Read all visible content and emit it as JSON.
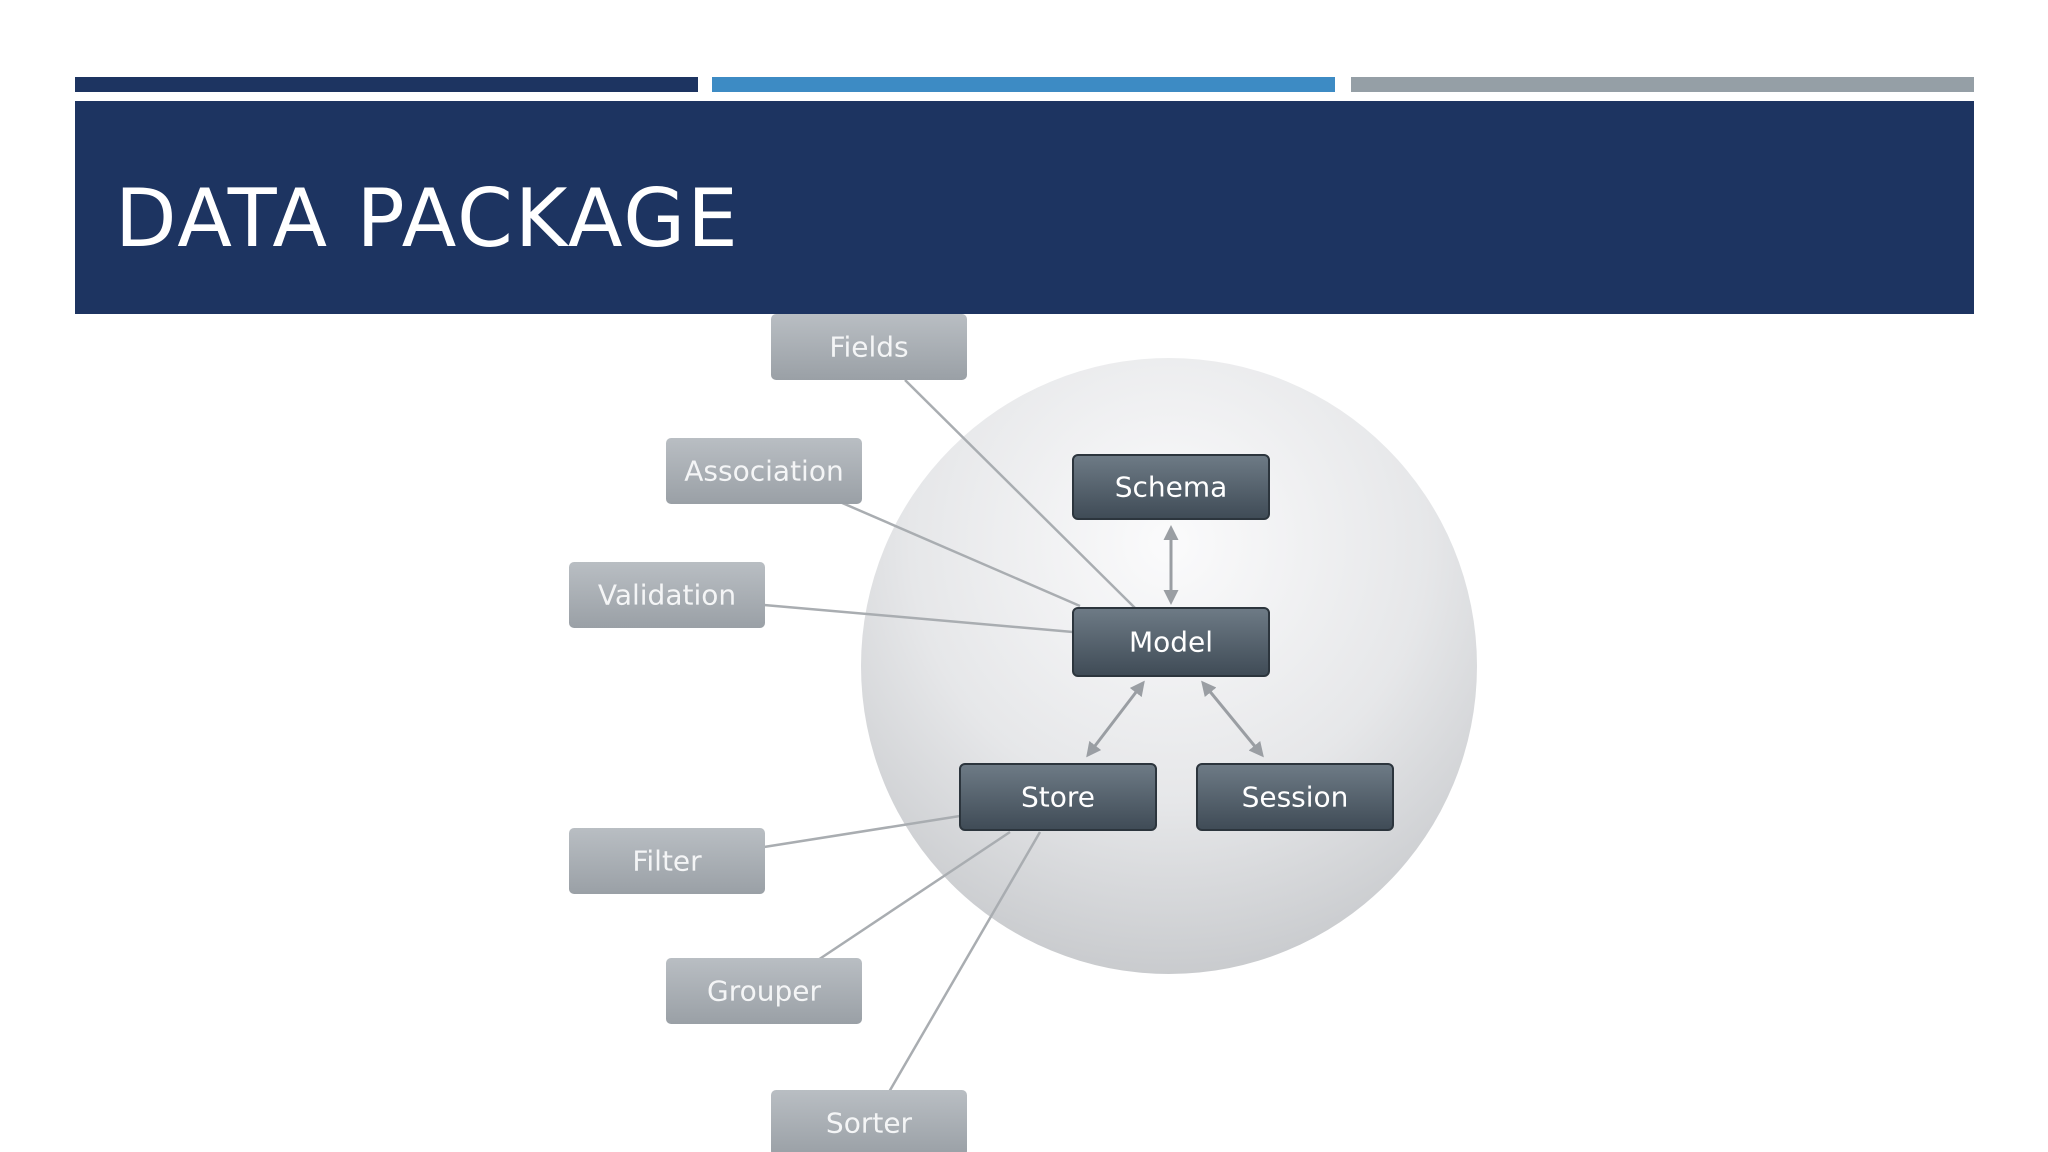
{
  "slide": {
    "title": "DATA PACKAGE"
  },
  "colors": {
    "title_band": "#1d3461",
    "accent_dark_blue": "#1d3461",
    "accent_light_blue": "#3d8bc4",
    "accent_gray": "#959fa6",
    "core_node": "#4c5a66",
    "satellite_node": "#a5abb1"
  },
  "diagram": {
    "core_nodes": {
      "schema": "Schema",
      "model": "Model",
      "store": "Store",
      "session": "Session"
    },
    "model_satellites": {
      "fields": "Fields",
      "association": "Association",
      "validation": "Validation"
    },
    "store_satellites": {
      "filter": "Filter",
      "grouper": "Grouper",
      "sorter": "Sorter"
    }
  }
}
